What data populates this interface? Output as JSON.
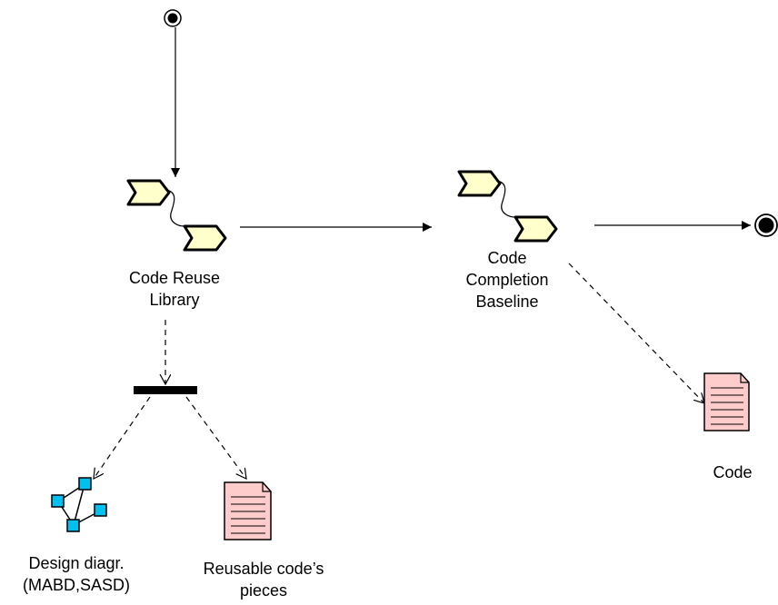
{
  "nodes": {
    "activity_1": {
      "line1": "Code Reuse",
      "line2": "Library"
    },
    "activity_2": {
      "line1": "Code",
      "line2": "Completion",
      "line3": "Baseline"
    },
    "artifact_design": {
      "line1": "Design diagr.",
      "line2": "(MABD,SASD)"
    },
    "artifact_reusable": {
      "line1": "Reusable code’s",
      "line2": "pieces"
    },
    "artifact_code": {
      "line1": "Code"
    }
  },
  "colors": {
    "activity_fill": "#ffffcc",
    "document_fill": "#ffcccc",
    "diagram_box": "#00c0f0",
    "stroke": "#000000"
  },
  "icons": {
    "activity": "process-chevron-pair-icon",
    "document": "document-icon",
    "diagram": "network-diagram-icon"
  }
}
